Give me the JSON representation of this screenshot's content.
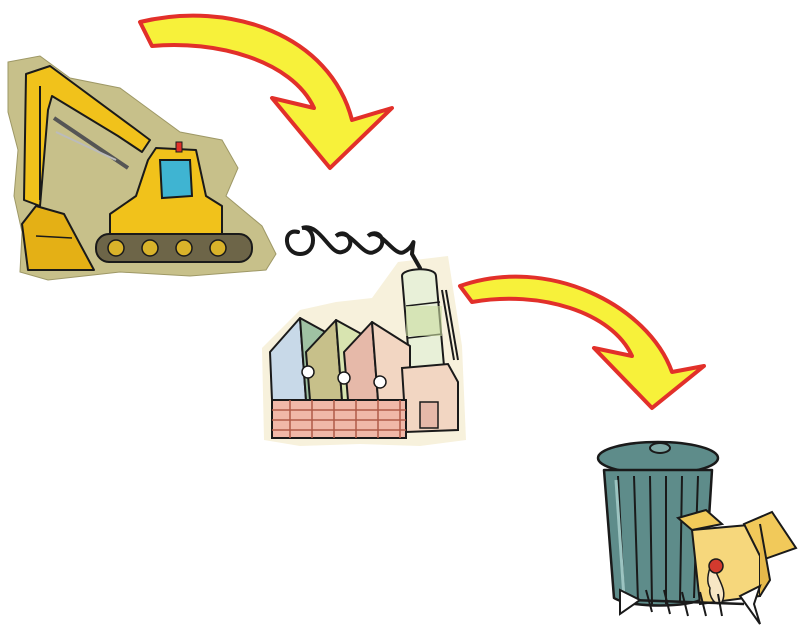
{
  "diagram": {
    "stages": [
      {
        "id": "excavation",
        "icon": "excavator-icon"
      },
      {
        "id": "manufacturing",
        "icon": "factory-icon"
      },
      {
        "id": "disposal",
        "icon": "trash-can-icon"
      }
    ],
    "arrows": [
      {
        "from": "excavation",
        "to": "manufacturing",
        "icon": "curved-arrow-icon"
      },
      {
        "from": "manufacturing",
        "to": "disposal",
        "icon": "curved-arrow-icon"
      }
    ],
    "colors": {
      "arrow_fill": "#f7f13a",
      "arrow_stroke": "#e2302a",
      "excavator_yellow": "#f1c21b",
      "backdrop_olive": "#c7c08a",
      "factory_wall": "#f0b8a8",
      "trash_can": "#5e8c8a"
    }
  }
}
